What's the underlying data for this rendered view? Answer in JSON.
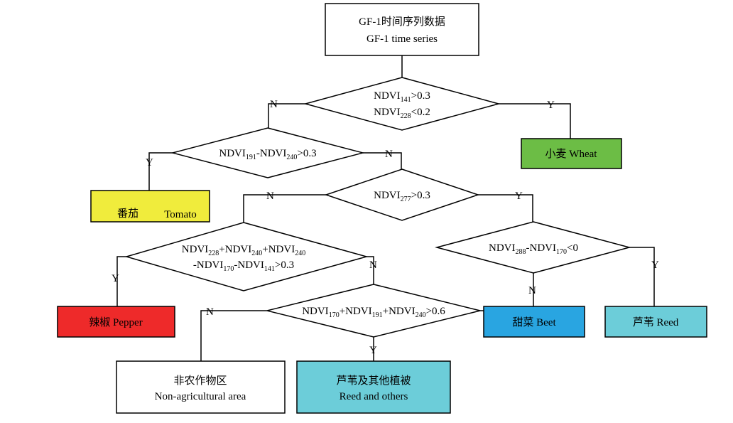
{
  "colors": {
    "wheat": "#6cbd45",
    "tomato": "#f0ec3c",
    "pepper": "#ee2a2a",
    "beet": "#29a5e1",
    "reed": "#6ccdd9",
    "reed_others": "#6ccdd9",
    "non_agri": "#ffffff",
    "start": "#ffffff"
  },
  "nodes": {
    "start": {
      "line1": "GF-1时间序列数据",
      "line2": "GF-1 time series"
    },
    "wheat": {
      "label": "小麦 Wheat"
    },
    "tomato": {
      "zh": "番茄",
      "en": "Tomato"
    },
    "pepper": {
      "label": "辣椒 Pepper"
    },
    "beet": {
      "label": "甜菜 Beet"
    },
    "reed": {
      "label": "芦苇 Reed"
    },
    "reed_others": {
      "line1": "芦苇及其他植被",
      "line2": "Reed and others"
    },
    "non_agri": {
      "line1": "非农作物区",
      "line2": "Non-agricultural area"
    }
  },
  "conditions": {
    "d1": {
      "line1": {
        "base": "NDVI",
        "sub": "141",
        "rest": ">0.3"
      },
      "line2": {
        "base": "NDVI",
        "sub": "228",
        "rest": "<0.2"
      }
    },
    "d2": {
      "b1": "NDVI",
      "s1": "191",
      "m1": "-NDVI",
      "s2": "240",
      "rest": ">0.3"
    },
    "d3": {
      "base": "NDVI",
      "sub": "277",
      "rest": ">0.3"
    },
    "d4": {
      "b1": "NDVI",
      "s1": "228",
      "m1": "+NDVI",
      "s2": "240",
      "m2": "+NDVI",
      "s3": "240",
      "b2": "-NDVI",
      "s4": "170",
      "m3": "-NDVI",
      "s5": "141",
      "rest": ">0.3"
    },
    "d5": {
      "b1": "NDVI",
      "s1": "288",
      "m1": "-NDVI",
      "s2": "170",
      "rest": "<0"
    },
    "d6": {
      "b1": "NDVI",
      "s1": "170",
      "m1": "+NDVI",
      "s2": "191",
      "m2": "+NDVI",
      "s3": "240",
      "rest": ">0.6"
    }
  },
  "branches": {
    "yes": "Y",
    "no": "N"
  }
}
